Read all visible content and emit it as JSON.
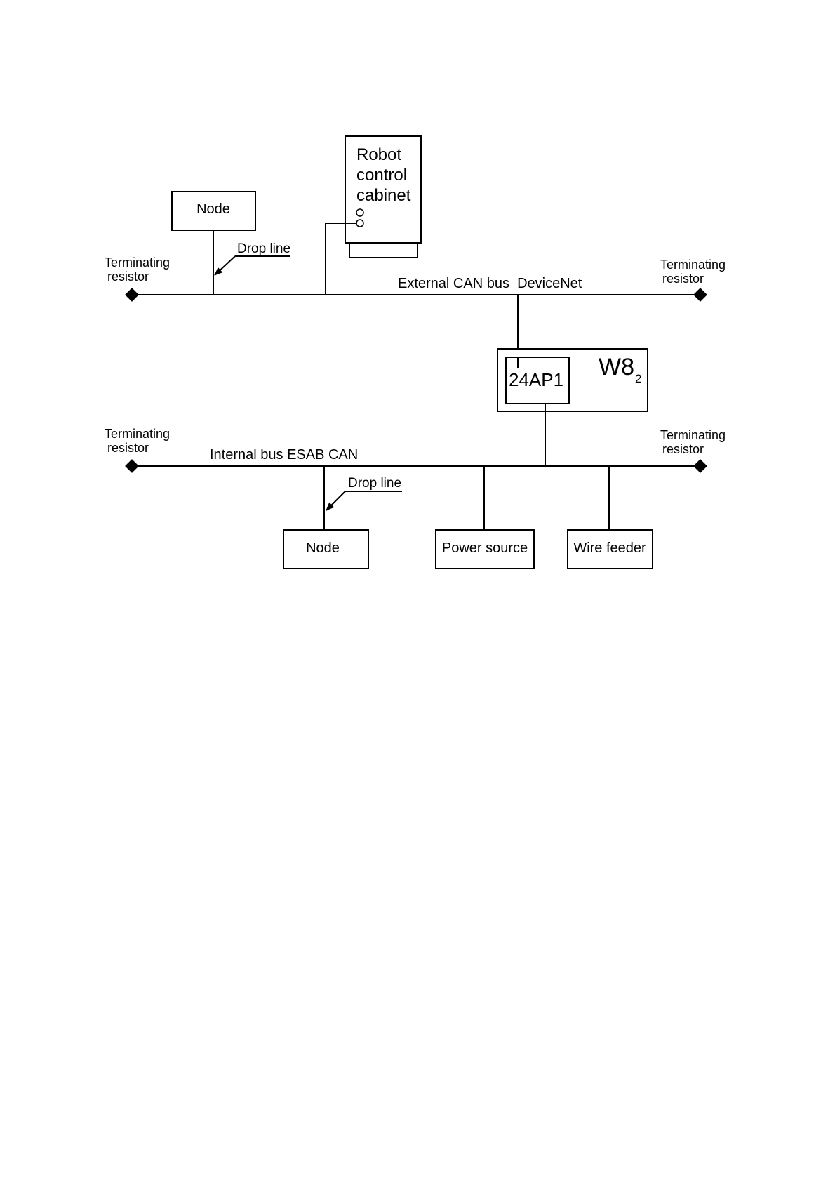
{
  "diagram": {
    "robot_cabinet": {
      "line1": "Robot",
      "line2": "control",
      "line3": "cabinet"
    },
    "node_top": "Node",
    "drop_line_top": "Drop line",
    "term_top_left": {
      "line1": "Terminating",
      "line2": "resistor"
    },
    "term_top_right": {
      "line1": "Terminating",
      "line2": "resistor"
    },
    "external_bus": "External CAN bus  DeviceNet",
    "w8": {
      "main": "W8",
      "sub": "2"
    },
    "module": "24AP1",
    "term_bottom_left": {
      "line1": "Terminating",
      "line2": "resistor"
    },
    "term_bottom_right": {
      "line1": "Terminating",
      "line2": "resistor"
    },
    "internal_bus": "Internal bus ESAB CAN",
    "drop_line_bottom": "Drop line",
    "node_bottom": "Node",
    "power_source": "Power source",
    "wire_feeder": "Wire feeder"
  }
}
